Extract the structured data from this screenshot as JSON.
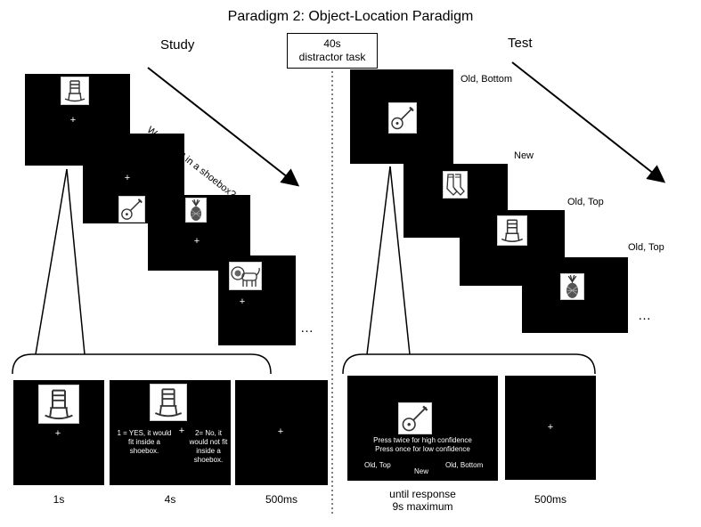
{
  "title": "Paradigm 2: Object-Location Paradigm",
  "study": {
    "heading": "Study",
    "arrow_text": "Would it fit in a shoebox?",
    "ellipsis": "…",
    "fixation": "+",
    "icons": [
      "rocking-chair-icon",
      "guitar-icon",
      "pineapple-icon",
      "lion-icon"
    ]
  },
  "distractor": {
    "line1": "40s",
    "line2": "distractor task"
  },
  "test": {
    "heading": "Test",
    "ellipsis": "…",
    "labels": [
      "Old, Bottom",
      "New",
      "Old, Top",
      "Old, Top"
    ],
    "icons": [
      "guitar-icon",
      "socks-icon",
      "rocking-chair-icon",
      "pineapple-icon"
    ]
  },
  "study_detail": {
    "yes_text": "1 = YES, it would fit inside a shoebox.",
    "no_text": "2= No, it would not fit inside a shoebox.",
    "durations": [
      "1s",
      "4s",
      "500ms"
    ]
  },
  "test_detail": {
    "conf_line1": "Press twice for high confidence",
    "conf_line2": "Press once for low confidence",
    "opt_top": "Old, Top",
    "opt_new": "New",
    "opt_bottom": "Old, Bottom",
    "dur_line1": "until response",
    "dur_line2": "9s maximum",
    "dur_fix": "500ms"
  },
  "colors": {
    "screen": "#000000",
    "background": "#ffffff",
    "divider": "#555555"
  }
}
